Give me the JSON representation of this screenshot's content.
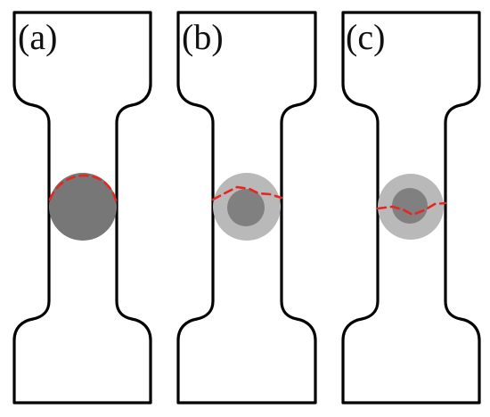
{
  "panels": [
    {
      "label": "(a)"
    },
    {
      "label": "(b)"
    },
    {
      "label": "(c)"
    }
  ],
  "colors": {
    "outline": "#000000",
    "weld_dark": "#777777",
    "weld_light": "#b9b9b9",
    "crack": "#e8261f",
    "background": "#ffffff"
  }
}
